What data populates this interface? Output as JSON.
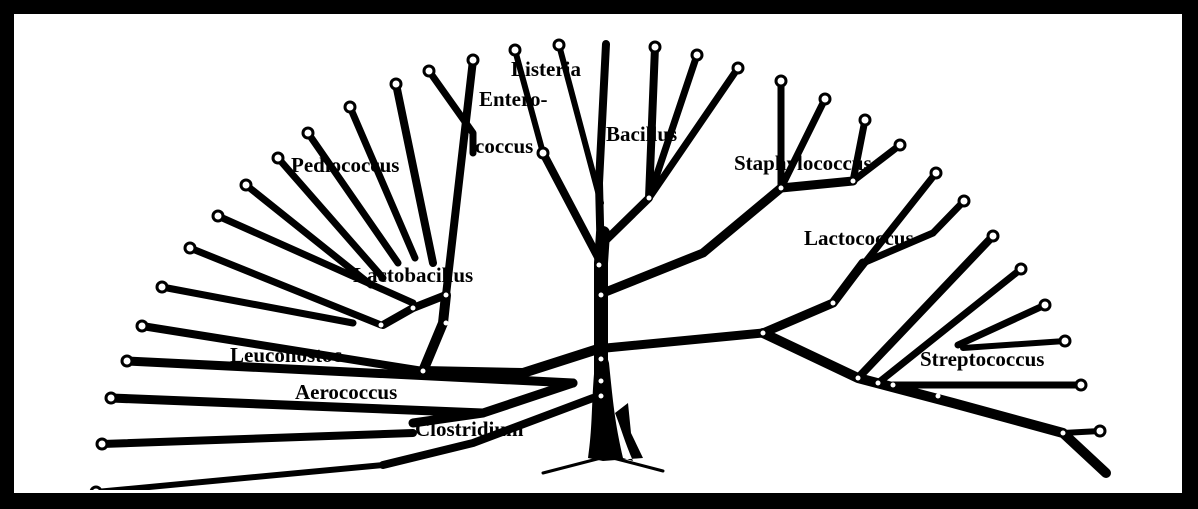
{
  "diagram": {
    "labels": [
      {
        "id": "listeria",
        "text": "Listeria"
      },
      {
        "id": "entero",
        "text": "Entero-"
      },
      {
        "id": "coccus",
        "text": "coccus"
      },
      {
        "id": "bacillus",
        "text": "Bacillus"
      },
      {
        "id": "pediococcus",
        "text": "Pediococcus"
      },
      {
        "id": "staphylococcus",
        "text": "Staphylococcus"
      },
      {
        "id": "lactococcus",
        "text": "Lactococcus"
      },
      {
        "id": "lactobacillus",
        "text": "Lactobacillus"
      },
      {
        "id": "leuconostoc",
        "text": "Leuconostoc"
      },
      {
        "id": "aerococcus",
        "text": "Aerococcus"
      },
      {
        "id": "streptococcus",
        "text": "Streptococcus"
      },
      {
        "id": "clostridium",
        "text": "Clostridium"
      }
    ],
    "colors": {
      "branch": "#000000",
      "background": "#ffffff",
      "frame": "#000000"
    }
  }
}
